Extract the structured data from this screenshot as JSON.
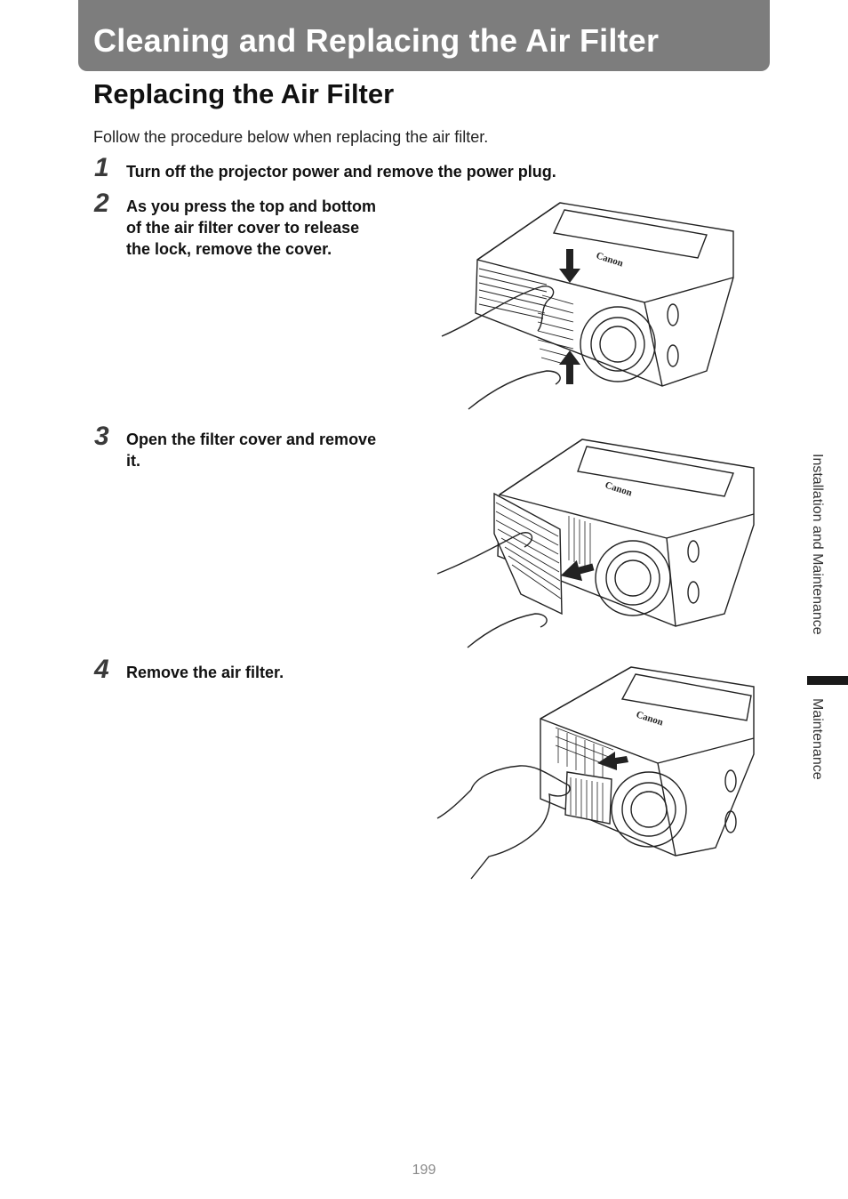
{
  "header": {
    "title": "Cleaning and Replacing the Air Filter"
  },
  "section": {
    "title": "Replacing the Air Filter"
  },
  "intro": "Follow the procedure below when replacing the air filter.",
  "steps": [
    {
      "num": "1",
      "text": "Turn off the projector power and remove the power plug."
    },
    {
      "num": "2",
      "lines": [
        "As you press the top and bottom",
        "of the air filter cover to release",
        "the lock, remove the cover."
      ]
    },
    {
      "num": "3",
      "lines": [
        "Open the filter cover and remove",
        "it."
      ]
    },
    {
      "num": "4",
      "text": "Remove the air filter."
    }
  ],
  "brand_mark": "Canon",
  "side_nav": {
    "chapter": "Installation and Maintenance",
    "section": "Maintenance"
  },
  "footer": {
    "page_number": "199"
  },
  "colors": {
    "title_bar": "#7d7d7d",
    "tab": "#1a1a1a"
  }
}
